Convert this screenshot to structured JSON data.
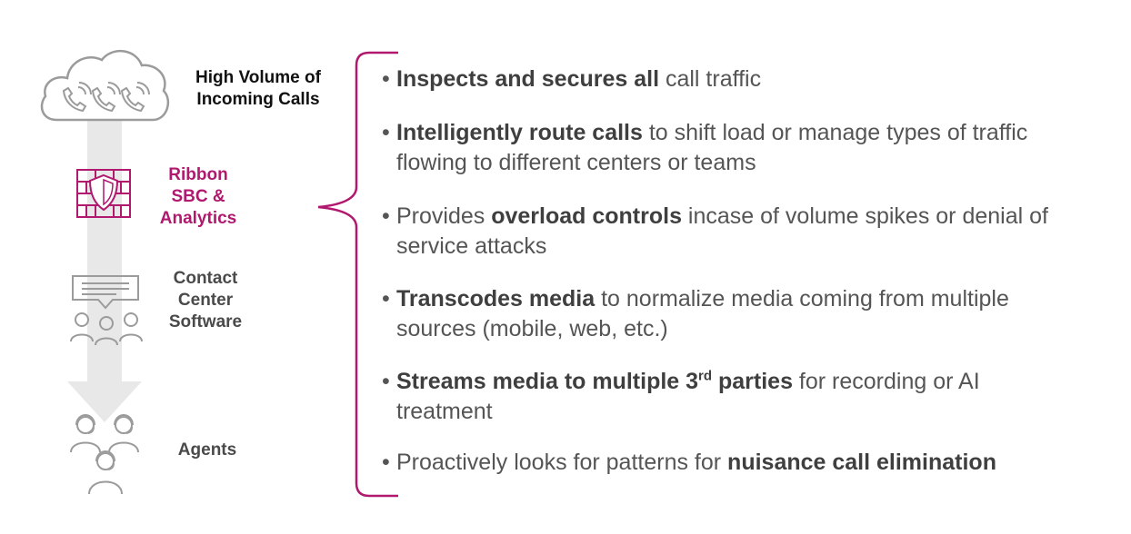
{
  "colors": {
    "accent": "#b0196e",
    "text": "#555555",
    "arrow": "#e6e6e6",
    "icon_stroke": "#9b9b9b"
  },
  "icons": [
    "cloud-phone-icon",
    "firewall-shield-icon",
    "chat-monitor-icon",
    "group-people-icon",
    "headset-agents-icon",
    "curly-brace-icon",
    "down-arrow-icon"
  ],
  "left": {
    "cloud_label": [
      "High Volume of",
      "Incoming Calls"
    ],
    "sbc_label": [
      "Ribbon",
      "SBC &",
      "Analytics"
    ],
    "software_label": [
      "Contact",
      "Center",
      "Software"
    ],
    "agents_label": "Agents"
  },
  "bullets": [
    {
      "bold1": "Inspects and secures all",
      "rest1": " call traffic",
      "line2": ""
    },
    {
      "bold1": "Intelligently route calls",
      "rest1": " to shift load or manage types of traffic",
      "line2": "flowing to different centers or teams"
    },
    {
      "pre1": "Provides ",
      "bold1": "overload controls",
      "rest1": " incase of volume spikes or denial of",
      "line2": "service attacks"
    },
    {
      "bold1": "Transcodes media",
      "rest1": " to normalize media coming from multiple",
      "line2": "sources (mobile, web, etc.)"
    },
    {
      "bold1": "Streams media to multiple 3",
      "sup": "rd",
      "bold2": " parties",
      "rest1": " for recording or AI",
      "line2": "treatment"
    },
    {
      "pre1": "Proactively looks for patterns for ",
      "bold1": "nuisance call elimination",
      "line2": ""
    }
  ]
}
